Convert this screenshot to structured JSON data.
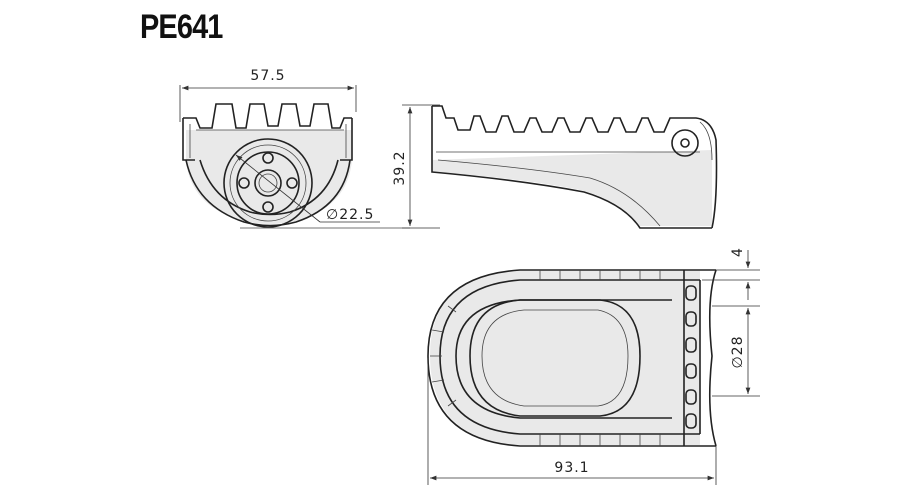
{
  "title": "PE641",
  "dimensions": {
    "width_front": "57.5",
    "hole_diameter": "∅22.5",
    "height_side": "39.2",
    "offset_top": "4",
    "pin_diameter": "∅28",
    "length_bottom": "93.1"
  }
}
